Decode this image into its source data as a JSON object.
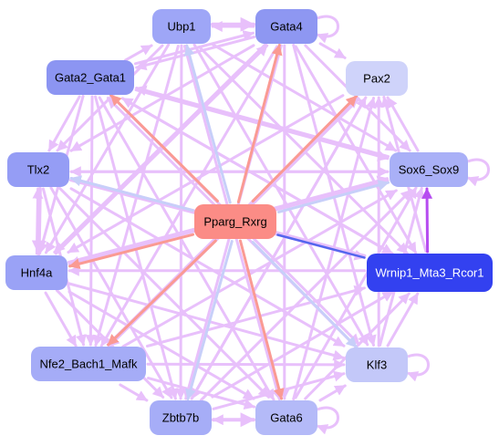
{
  "network": {
    "nodes": [
      {
        "id": "ubp1",
        "label": "Ubp1",
        "fill": "#9ea6f7",
        "text": "#000000"
      },
      {
        "id": "gata4",
        "label": "Gata4",
        "fill": "#8e97f2",
        "text": "#000000"
      },
      {
        "id": "gata2_gata1",
        "label": "Gata2_Gata1",
        "fill": "#8c95f2",
        "text": "#000000"
      },
      {
        "id": "pax2",
        "label": "Pax2",
        "fill": "#cfd3fa",
        "text": "#000000"
      },
      {
        "id": "tlx2",
        "label": "Tlx2",
        "fill": "#959df5",
        "text": "#000000"
      },
      {
        "id": "sox6_sox9",
        "label": "Sox6_Sox9",
        "fill": "#a9b0f7",
        "text": "#000000"
      },
      {
        "id": "pparg_rxrg",
        "label": "Pparg_Rxrg",
        "fill": "#fb8c86",
        "text": "#000000"
      },
      {
        "id": "hnf4a",
        "label": "Hnf4a",
        "fill": "#9aa2f6",
        "text": "#000000"
      },
      {
        "id": "wrnip1",
        "label": "Wrnip1_Mta3_Rcor1",
        "fill": "#3341f0",
        "text": "#ffffff"
      },
      {
        "id": "nfe2",
        "label": "Nfe2_Bach1_Mafk",
        "fill": "#a5acf7",
        "text": "#000000"
      },
      {
        "id": "klf3",
        "label": "Klf3",
        "fill": "#c3c8f9",
        "text": "#000000"
      },
      {
        "id": "zbtb7b",
        "label": "Zbtb7b",
        "fill": "#a6adf7",
        "text": "#000000"
      },
      {
        "id": "gata6",
        "label": "Gata6",
        "fill": "#b4baf8",
        "text": "#000000"
      }
    ],
    "colors": {
      "edge_default": "#e8c0fb",
      "edge_red": "#fa9a93",
      "edge_blue": "#c7cff9",
      "edge_strong_blue": "#5566ee",
      "edge_strong_purple": "#b64cf0"
    }
  }
}
